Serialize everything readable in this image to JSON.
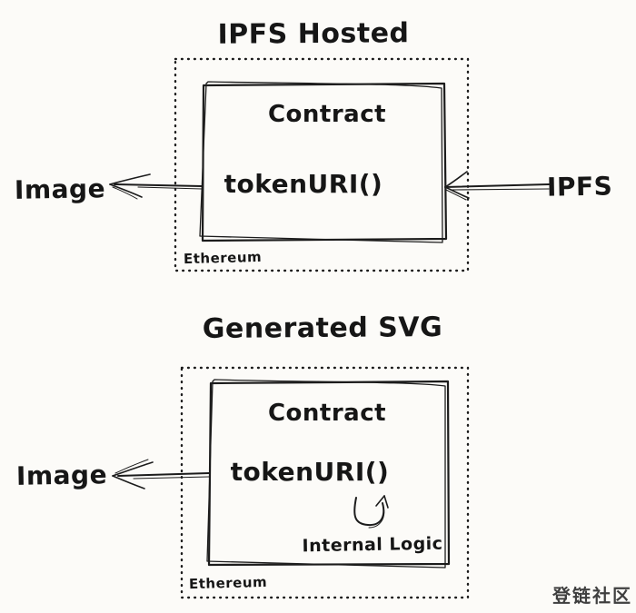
{
  "page": {
    "background": "#fcfbf8",
    "ink_color": "#1c1c1c",
    "watermark_color": "#3f3f3f"
  },
  "diagrams": [
    {
      "title": "IPFS Hosted",
      "boundary_label": "Ethereum",
      "box_title": "Contract",
      "box_method": "tokenURI()",
      "left_node": "Image",
      "right_node": "IPFS"
    },
    {
      "title": "Generated SVG",
      "boundary_label": "Ethereum",
      "box_title": "Contract",
      "box_method": "tokenURI()",
      "inner_note": "Internal Logic",
      "left_node": "Image"
    }
  ],
  "watermark": "登链社区"
}
